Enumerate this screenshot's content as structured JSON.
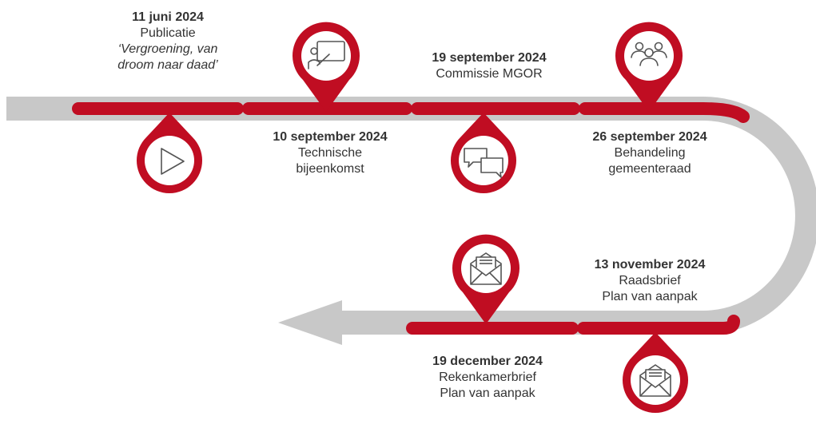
{
  "colors": {
    "track": "#c8c8c8",
    "accent": "#c00d22",
    "white": "#ffffff",
    "icon_stroke": "#555555",
    "text": "#333333"
  },
  "milestones": [
    {
      "date": "11 juni 2024",
      "lines": [
        "Publicatie"
      ],
      "italic_lines": [
        "‘Vergroening, van",
        "droom naar daad’"
      ],
      "icon": "play-icon"
    },
    {
      "date": "10 september 2024",
      "lines": [
        "Technische",
        "bijeenkomst"
      ],
      "icon": "presentation-icon"
    },
    {
      "date": "19 september 2024",
      "lines": [
        "Commissie MGOR"
      ],
      "icon": "chat-bubbles-icon"
    },
    {
      "date": "26 september 2024",
      "lines": [
        "Behandeling",
        "gemeenteraad"
      ],
      "icon": "people-icon"
    },
    {
      "date": "13 november 2024",
      "lines": [
        "Raadsbrief",
        "Plan van aanpak"
      ],
      "icon": "envelope-letter-icon"
    },
    {
      "date": "19 december 2024",
      "lines": [
        "Rekenkamerbrief",
        "Plan van aanpak"
      ],
      "icon": "envelope-letter-icon"
    }
  ]
}
